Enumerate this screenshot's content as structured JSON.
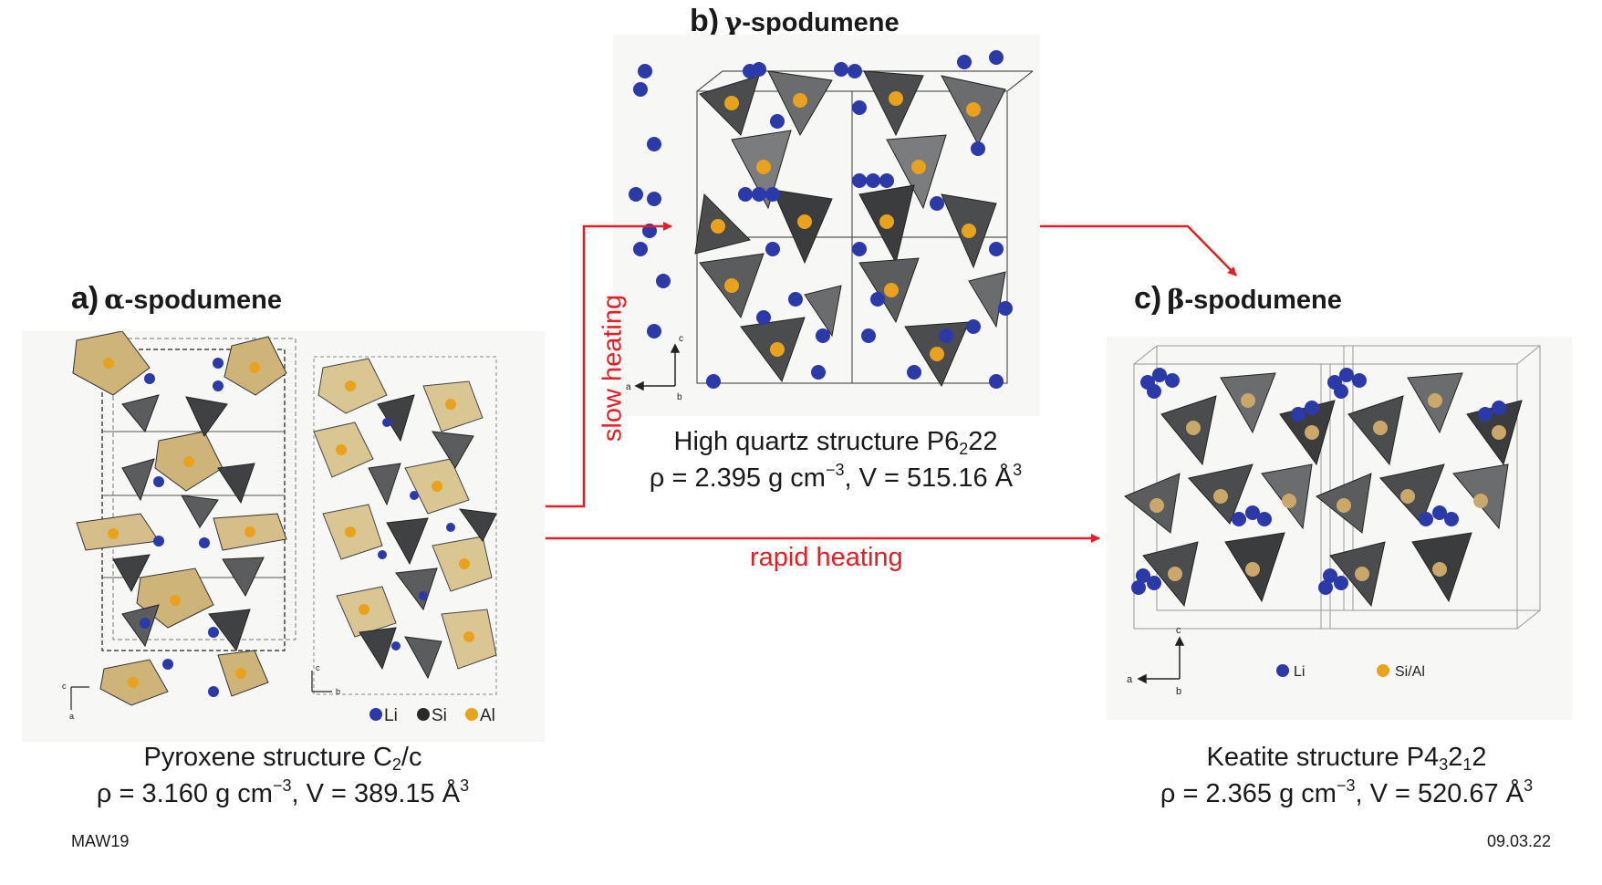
{
  "panel_a": {
    "letter": "a)",
    "greek": "α",
    "name": "-spodumene",
    "structure": "Pyroxene structure C",
    "structure_sub": "2",
    "structure_tail": "/c",
    "rho_prefix": "ρ = 3.160 g cm",
    "rho_exp": "−3",
    "vol": ", V = 389.15 Å",
    "vol_exp": "3",
    "legend": {
      "li": "Li",
      "si": "Si",
      "al": "Al"
    },
    "axes": {
      "c": "c",
      "a": "a",
      "b": "b"
    }
  },
  "panel_b": {
    "letter": "b)",
    "greek": "γ",
    "name": "-spodumene",
    "structure": "High quartz structure P6",
    "structure_sub": "2",
    "structure_tail": "22",
    "rho_prefix": "ρ = 2.395 g cm",
    "rho_exp": "−3",
    "vol": ", V = 515.16 Å",
    "vol_exp": "3",
    "axes": {
      "c": "c",
      "a": "a",
      "b": "b"
    }
  },
  "panel_c": {
    "letter": "c)",
    "greek": "β",
    "name": "-spodumene",
    "structure": "Keatite structure P4",
    "structure_sub1": "3",
    "structure_mid": "2",
    "structure_sub2": "1",
    "structure_tail": "2",
    "rho_prefix": "ρ = 2.365 g cm",
    "rho_exp": "−3",
    "vol": ", V = 520.67 Å",
    "vol_exp": "3",
    "legend": {
      "li": "Li",
      "sial": "Si/Al"
    },
    "axes": {
      "c": "c",
      "a": "a",
      "b": "b"
    }
  },
  "arrows": {
    "slow_label": "slow heating",
    "rapid_label": "rapid heating",
    "color": "#e31e24"
  },
  "footer": {
    "left": "MAW19",
    "right": "09.03.22"
  },
  "colors": {
    "li": "#2b3aa8",
    "si_al": "#e8a21c",
    "tetra": "#5a5c5e",
    "octa": "#cfb47a"
  }
}
